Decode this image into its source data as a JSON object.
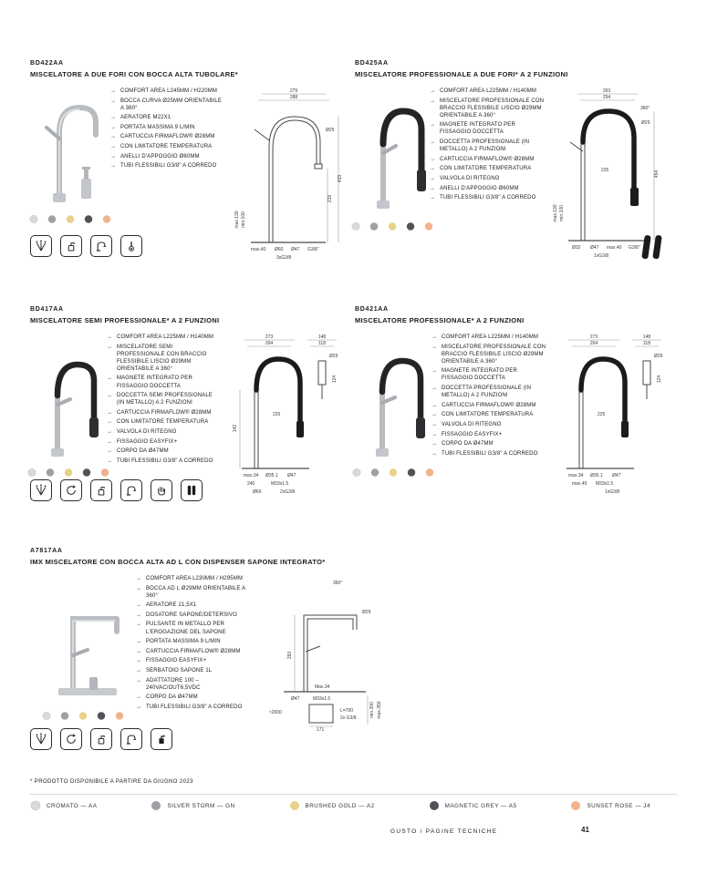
{
  "ui": {
    "bullet": "→"
  },
  "palette": {
    "cromato": "#d7d9db",
    "silver_storm": "#9da0a4",
    "brushed_gold": "#e8d289",
    "magnetic_grey": "#4f5358",
    "sunset_rose": "#f1b28e"
  },
  "products": [
    {
      "code": "BD422AA",
      "title": "MISCELATORE A DUE FORI CON BOCCA ALTA TUBOLARE*",
      "features": [
        "COMFORT AREA L245MM / H220MM",
        "BOCCA CURVA Ø25MM ORIENTABILE A 360°",
        "AERATORE M22X1",
        "PORTATA MASSIMA 9 L/MIN",
        "CARTUCCIA FIRMAFLOW® Ø28MM",
        "CON LIMITATORE TEMPERATURA",
        "ANELLI D'APPOGGIO Ø60MM",
        "TUBI FLESSIBILI G3/8\" A CORREDO"
      ],
      "dims": [
        "279",
        "288",
        "Ø25",
        "433",
        "219",
        "max.40",
        "Ø60",
        "Ø47",
        "G3/8\"",
        "3xG3/8",
        "max.130",
        "min.100"
      ],
      "finishes": [
        "cromato",
        "silver_storm",
        "brushed_gold",
        "magnetic_grey",
        "sunset_rose"
      ],
      "icons": [
        "aerator-spray",
        "soap-dispenser",
        "high-spout-faucet",
        "temperature-limiter"
      ]
    },
    {
      "code": "BD425AA",
      "title": "MISCELATORE PROFESSIONALE A DUE FORI* A 2 FUNZIONI",
      "features": [
        "COMFORT AREA L225MM / H140MM",
        "MISCELATORE PROFESSIONALE CON BRACCIO FLESSIBILE LISCIO Ø29MM ORIENTABILE A 360°",
        "MAGNETE INTEGRATO PER FISSAGGIO DOCCETTA",
        "DOCCETTA PROFESSIONALE (IN METALLO) A 2 FUNZIONI",
        "CARTUCCIA FIRMAFLOW® Ø28MM",
        "CON LIMITATORE TEMPERATURA",
        "VALVOLA DI RITEGNO",
        "ANELLI D'APPOGGIO Ø60MM",
        "TUBI FLESSIBILI G3/8\" A CORREDO"
      ],
      "dims": [
        "263",
        "254",
        "360°",
        "454",
        "Ø29",
        "225",
        "Ø32",
        "Ø47",
        "max.40",
        "G3/8\"",
        "1xG3/8",
        "max.130",
        "min.100"
      ],
      "finishes": [
        "cromato",
        "silver_storm",
        "brushed_gold",
        "magnetic_grey",
        "sunset_rose"
      ],
      "icons": [
        "dual-function-handspray"
      ]
    },
    {
      "code": "BD417AA",
      "title": "MISCELATORE SEMI PROFESSIONALE* A 2 FUNZIONI",
      "features": [
        "COMFORT AREA L225MM / H140MM",
        "MISCELATORE SEMI PROFESSIONALE CON BRACCIO FLESSIBILE LISCIO Ø29MM ORIENTABILE A 360°",
        "MAGNETE INTEGRATO PER FISSAGGIO DOCCETTA",
        "DOCCETTA SEMI PROFESSIONALE (IN METALLO) A 2 FUNZIONI",
        "CARTUCCIA FIRMAFLOW® Ø28MM",
        "CON LIMITATORE TEMPERATURA",
        "VALVOLA DI RITEGNO",
        "FISSAGGIO EASYFIX+",
        "CORPO DA Ø47MM",
        "TUBI FLESSIBILI G3/8\" A CORREDO"
      ],
      "dims": [
        "273",
        "264",
        "148",
        "118",
        "Ø29",
        "124",
        "225",
        "142",
        "max.34",
        "Ø35.1",
        "Ø47",
        "240",
        "M33x1.5",
        "Ø69",
        "2xG3/8"
      ],
      "finishes": [
        "cromato",
        "silver_storm",
        "brushed_gold",
        "magnetic_grey",
        "sunset_rose"
      ],
      "icons": [
        "aerator-spray",
        "rotation-360",
        "soap-dispenser",
        "high-spout-faucet",
        "manual-control",
        "dual-function-handspray"
      ]
    },
    {
      "code": "BD421AA",
      "title": "MISCELATORE PROFESSIONALE* A 2 FUNZIONI",
      "features": [
        "COMFORT AREA L225MM / H140MM",
        "MISCELATORE PROFESSIONALE CON BRACCIO FLESSIBILE LISCIO Ø29MM ORIENTABILE A 360°",
        "MAGNETE INTEGRATO PER FISSAGGIO DOCCETTA",
        "DOCCETTA PROFESSIONALE (IN METALLO) A 2 FUNZIONI",
        "CARTUCCIA FIRMAFLOW® Ø28MM",
        "CON LIMITATORE TEMPERATURA",
        "VALVOLA DI RITEGNO",
        "FISSAGGIO EASYFIX+",
        "CORPO DA Ø47MM",
        "TUBI FLESSIBILI G3/8\" A CORREDO"
      ],
      "dims": [
        "273",
        "264",
        "148",
        "118",
        "Ø29",
        "124",
        "225",
        "max.34",
        "Ø35.1",
        "Ø47",
        "max.40",
        "M33x1.5",
        "1xG3/8"
      ],
      "finishes": [
        "cromato",
        "silver_storm",
        "brushed_gold",
        "magnetic_grey",
        "sunset_rose"
      ],
      "icons": []
    },
    {
      "code": "A7817AA",
      "title": "IMX MISCELATORE CON BOCCA ALTA AD L CON DISPENSER SAPONE INTEGRATO*",
      "features": [
        "COMFORT AREA L230MM / H295MM",
        "BOCCA AD L Ø29MM ORIENTABILE A 360°",
        "AERATORE 21,5X1",
        "DOSATORE SAPONE/DETERSIVO",
        "PULSANTE IN METALLO PER L'EROGAZIONE DEL SAPONE",
        "PORTATA MASSIMA 9 L/MIN",
        "CARTUCCIA FIRMAFLOW® Ø28MM",
        "FISSAGGIO EASYFIX+",
        "SERBATOIO SAPONE 1L",
        "ADATTATORE 100 – 240VAC/OUT6,5VDC",
        "CORPO DA Ø47MM",
        "TUBI FLESSIBILI G3/8\" A CORREDO"
      ],
      "dims": [
        "360°",
        "293",
        "Ø29",
        "Max.34",
        "Ø47",
        "M33x1.5",
        "min.300",
        "max.350",
        "≈2000",
        "L=700",
        "2x G3/8",
        "171"
      ],
      "finishes": [
        "cromato",
        "silver_storm",
        "brushed_gold",
        "magnetic_grey",
        "sunset_rose"
      ],
      "icons": [
        "aerator-spray",
        "rotation-360",
        "soap-dispenser",
        "high-spout-faucet",
        "soap-pump"
      ]
    }
  ],
  "footnote": "* PRODOTTO DISPONIBILE A PARTIRE DA GIUGNO 2023",
  "legend": [
    {
      "label": "CROMATO — AA",
      "color": "#d7d9db"
    },
    {
      "label": "SILVER STORM — GN",
      "color": "#9da0a4"
    },
    {
      "label": "BRUSHED GOLD — A2",
      "color": "#e8d289"
    },
    {
      "label": "MAGNETIC GREY — A5",
      "color": "#4f5358"
    },
    {
      "label": "SUNSET ROSE — J4",
      "color": "#f1b28e"
    }
  ],
  "footer": {
    "label": "GUSTO / PAGINE TECNICHE",
    "page": "41"
  }
}
